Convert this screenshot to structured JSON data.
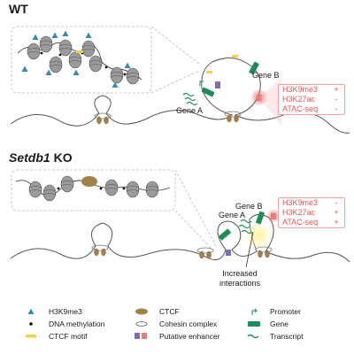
{
  "panels": {
    "wt": {
      "title": "WT",
      "gene_a": "Gene A",
      "gene_b": "Gene B",
      "marks": [
        {
          "name": "H3K9me3",
          "value": "+"
        },
        {
          "name": "H3K27ac",
          "value": "-"
        },
        {
          "name": "ATAC-seq",
          "value": "-"
        }
      ]
    },
    "ko": {
      "title_italic": "Setdb1",
      "title_rest": " KO",
      "gene_a": "Gene A",
      "gene_b": "Gene B",
      "marks": [
        {
          "name": "H3K9me3",
          "value": "-"
        },
        {
          "name": "H3K27ac",
          "value": "+"
        },
        {
          "name": "ATAC-seq",
          "value": "+"
        }
      ],
      "interaction_note_line1": "Increased",
      "interaction_note_line2": "interactions"
    }
  },
  "legend": {
    "h3k9me3": "H3K9me3",
    "dna_methylation": "DNA methylation",
    "ctcf_motif": "CTCF motif",
    "ctcf": "CTCF",
    "cohesin": "Cohesin complex",
    "enhancer": "Putative enhancer",
    "promoter": "Promoter",
    "gene": "Gene",
    "transcript": "Transcript"
  },
  "colors": {
    "h3k9me3": "#3a8ab0",
    "gene": "#1e8c5a",
    "ctcf": "#a0814a",
    "ctcf_motif": "#f2d04a",
    "marks_text": "#e05a5a",
    "enhancer_purple": "#7a6fb0",
    "enhancer_pink": "#e87a7a",
    "nucleosome": "#9a9a9a"
  }
}
